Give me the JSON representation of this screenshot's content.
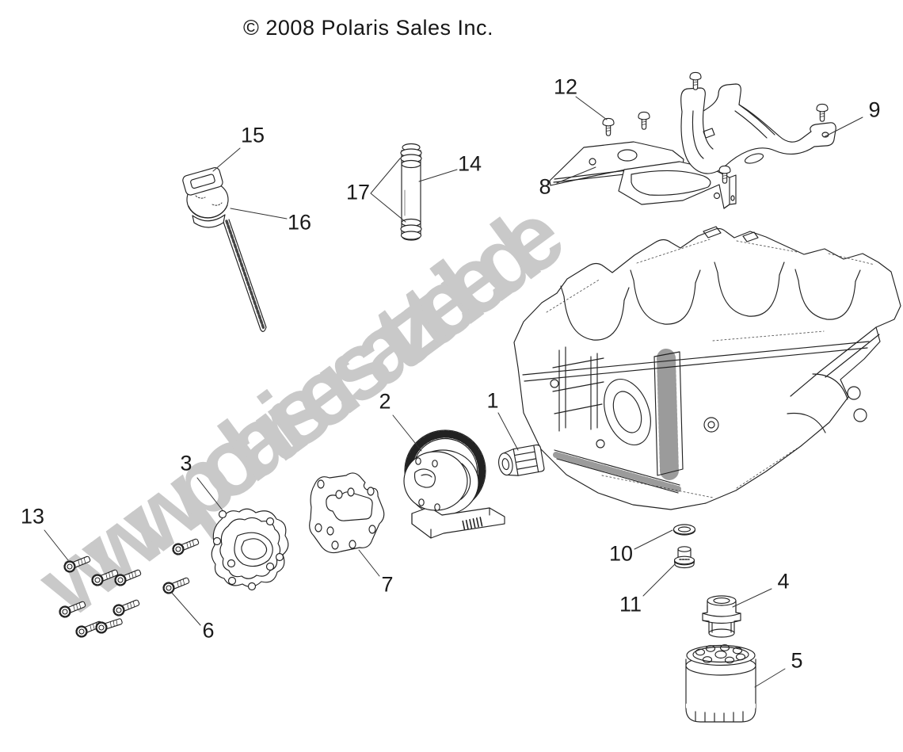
{
  "page": {
    "copyright": "© 2008 Polaris Sales Inc.",
    "watermark": "www.polarisersatzteile.de",
    "background_color": "#ffffff",
    "line_color": "#222222",
    "watermark_color": "#c9c9c9"
  },
  "diagram": {
    "type": "exploded-parts-line-drawing",
    "subject": "engine oil system: oil pump, dipstick, oil filter, heat shields, crankcase",
    "callouts": [
      {
        "label": "1",
        "points_to": "oil-fitting"
      },
      {
        "label": "2",
        "points_to": "oil-pump-assembly"
      },
      {
        "label": "3",
        "points_to": "oil-pump-cover"
      },
      {
        "label": "4",
        "points_to": "oil-filter-nipple"
      },
      {
        "label": "5",
        "points_to": "oil-filter"
      },
      {
        "label": "6",
        "points_to": "flange-bolt"
      },
      {
        "label": "7",
        "points_to": "oil-pump-gasket"
      },
      {
        "label": "8",
        "points_to": "heat-shield-lower"
      },
      {
        "label": "9",
        "points_to": "heat-shield-upper"
      },
      {
        "label": "10",
        "points_to": "sealing-washer"
      },
      {
        "label": "11",
        "points_to": "drain-plug"
      },
      {
        "label": "12",
        "points_to": "shield-screw"
      },
      {
        "label": "13",
        "points_to": "flange-bolt"
      },
      {
        "label": "14",
        "points_to": "oil-pickup-tube"
      },
      {
        "label": "15",
        "points_to": "dipstick-cap"
      },
      {
        "label": "16",
        "points_to": "dipstick-seal"
      },
      {
        "label": "17",
        "points_to": "tube-o-rings"
      }
    ]
  }
}
